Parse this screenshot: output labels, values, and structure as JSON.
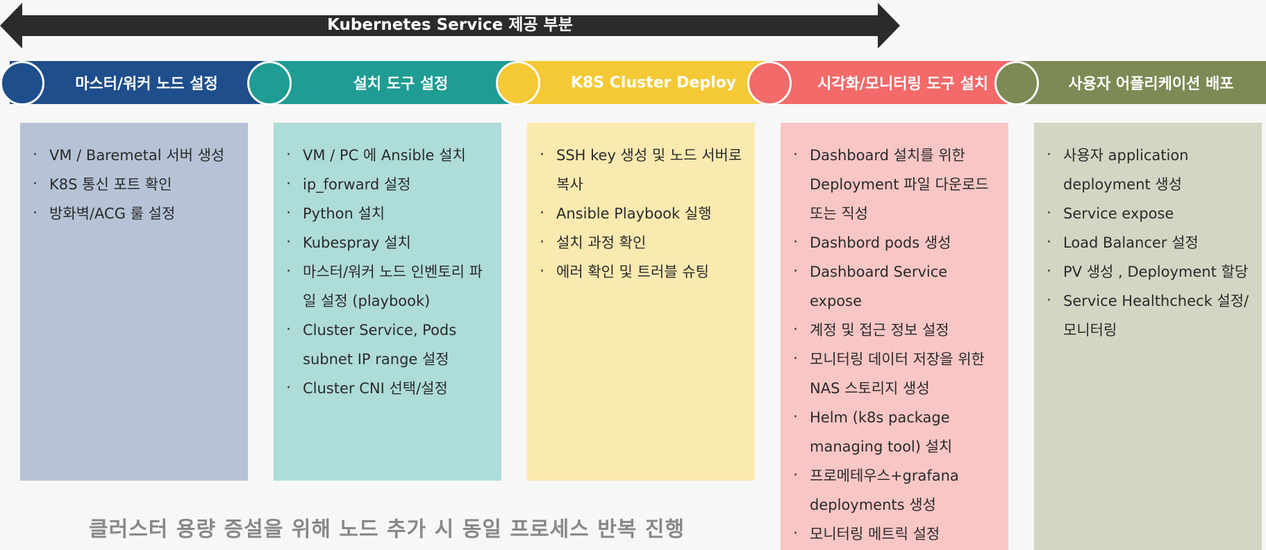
{
  "arrow": {
    "label": "Kubernetes Service 제공 부분",
    "color": "#2b2b2b"
  },
  "stages": [
    {
      "title": "마스터/워커 노드 설정",
      "header_color": "#1f4e8c",
      "circle_color": "#1f4e8c",
      "panel_color": "#b6c3d6",
      "items": [
        "VM / Baremetal 서버 생성",
        "K8S 통신 포트 확인",
        "방화벽/ACG 룰 설정"
      ]
    },
    {
      "title": "설치 도구 설정",
      "header_color": "#1f9c93",
      "circle_color": "#1f9c93",
      "panel_color": "#aedcd8",
      "items": [
        "VM / PC 에 Ansible 설치",
        "ip_forward 설정",
        "Python 설치",
        "Kubespray 설치",
        "마스터/워커 노드 인벤토리 파일 설정 (playbook)",
        "Cluster Service, Pods subnet IP range 설정",
        "Cluster CNI 선택/설정"
      ]
    },
    {
      "title": "K8S Cluster Deploy",
      "header_color": "#f5c935",
      "circle_color": "#f5c935",
      "panel_color": "#faeab0",
      "items": [
        "SSH key 생성 및 노드 서버로 복사",
        "Ansible Playbook 실행",
        "설치 과정 확인",
        "에러 확인 및 트러블 슈팅"
      ]
    },
    {
      "title": "시각화/모니터링 도구 설치",
      "header_color": "#f26a6a",
      "circle_color": "#f26a6a",
      "panel_color": "#f8c6c5",
      "items": [
        "Dashboard 설치를 위한 Deployment 파일 다운로드 또는 직성",
        "Dashbord pods 생성",
        "Dashboard Service expose",
        "계정 및 접근 정보 설정",
        "모니터링 데이터 저장을 위한 NAS 스토리지 생성",
        "Helm (k8s package managing tool) 설치",
        "프로메테우스+grafana deployments 생성",
        "모니터링 메트릭 설정"
      ]
    },
    {
      "title": "사용자 어플리케이션 배포",
      "header_color": "#7d8a55",
      "circle_color": "#7d8a55",
      "panel_color": "#d3d6c3",
      "items": [
        "사용자 application deployment 생성",
        "Service expose",
        "Load Balancer 설정",
        "PV 생성 , Deployment 할당",
        "Service Healthcheck 설정/모니터링"
      ]
    }
  ],
  "footer_note": "클러스터 용량 증설을 위해 노드 추가 시 동일 프로세스 반복 진행"
}
